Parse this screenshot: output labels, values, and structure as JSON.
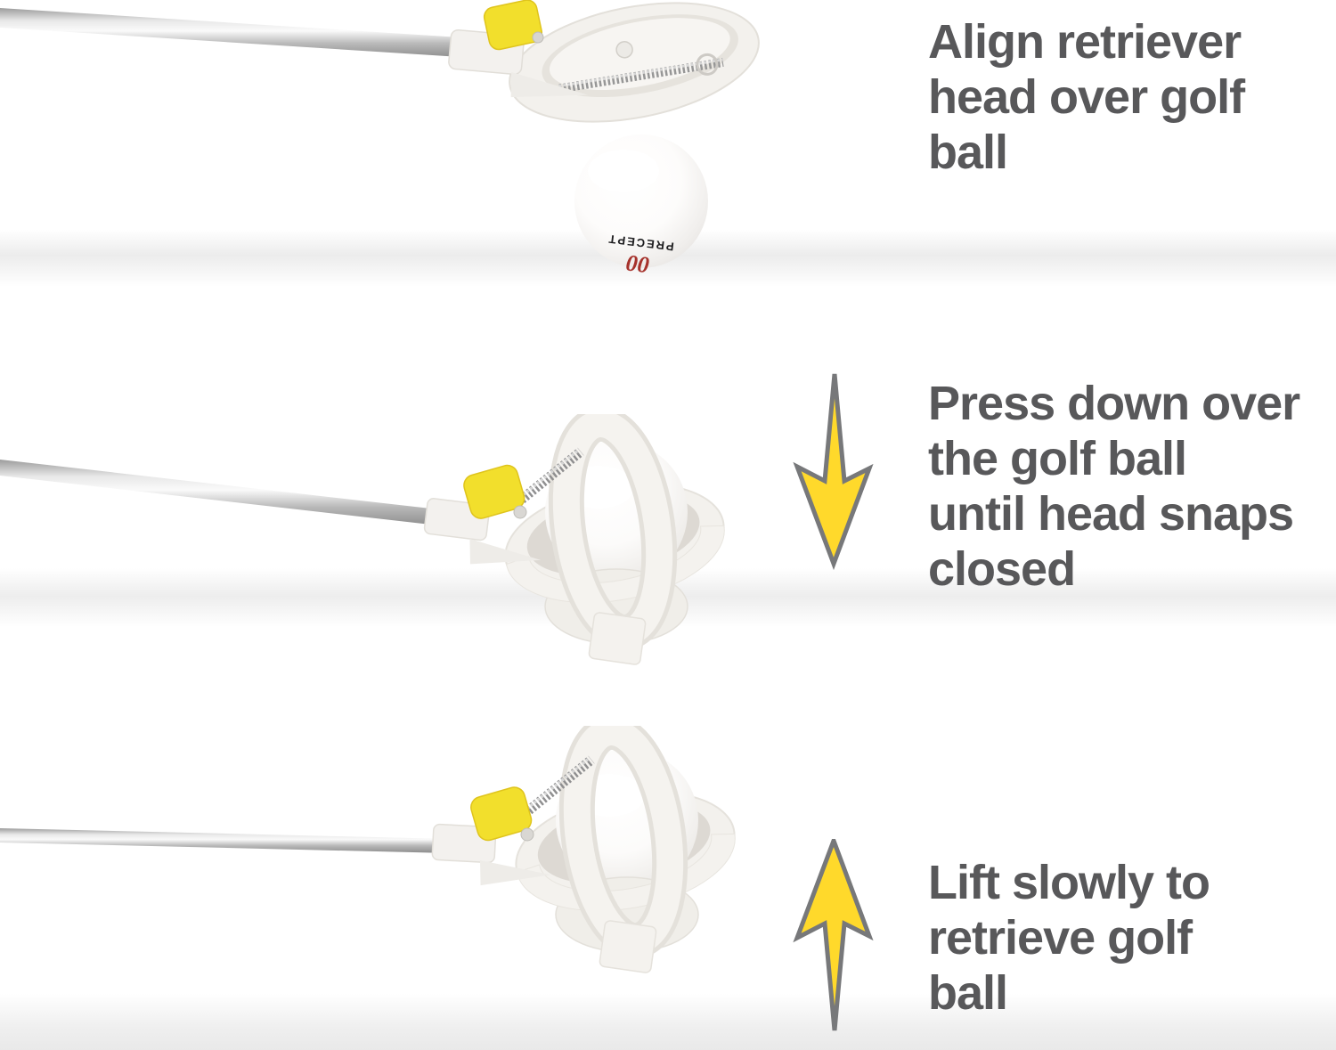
{
  "steps": [
    {
      "name": "align",
      "caption": "Align retriever head over golf ball",
      "lines": [
        "Align retriever",
        "head over golf",
        "ball"
      ],
      "arrow": null
    },
    {
      "name": "press",
      "caption": "Press down over the golf ball until head snaps closed",
      "lines": [
        "Press down over",
        "the golf ball",
        "until head snaps",
        "closed"
      ],
      "arrow": "down"
    },
    {
      "name": "lift",
      "caption": "Lift slowly to retrieve golf ball",
      "lines": [
        "Lift slowly to",
        "retrieve golf",
        "ball"
      ],
      "arrow": "up"
    }
  ],
  "ball": {
    "number": "00",
    "brand": "PRECEPT"
  },
  "icons": {
    "down": "arrow-down-icon",
    "up": "arrow-up-icon"
  },
  "colors": {
    "background": "#FFFFFF",
    "caption_text": "#58585A",
    "arrow_fill": "#FFD92B",
    "arrow_outline": "#77787A",
    "clip_yellow": "#F2DF2C",
    "plastic_white": "#F3F1ED",
    "shaft_silver": "#C9C9C9",
    "ball_number_red": "#A6322C",
    "ball_brand_black": "#1D1D1F"
  }
}
